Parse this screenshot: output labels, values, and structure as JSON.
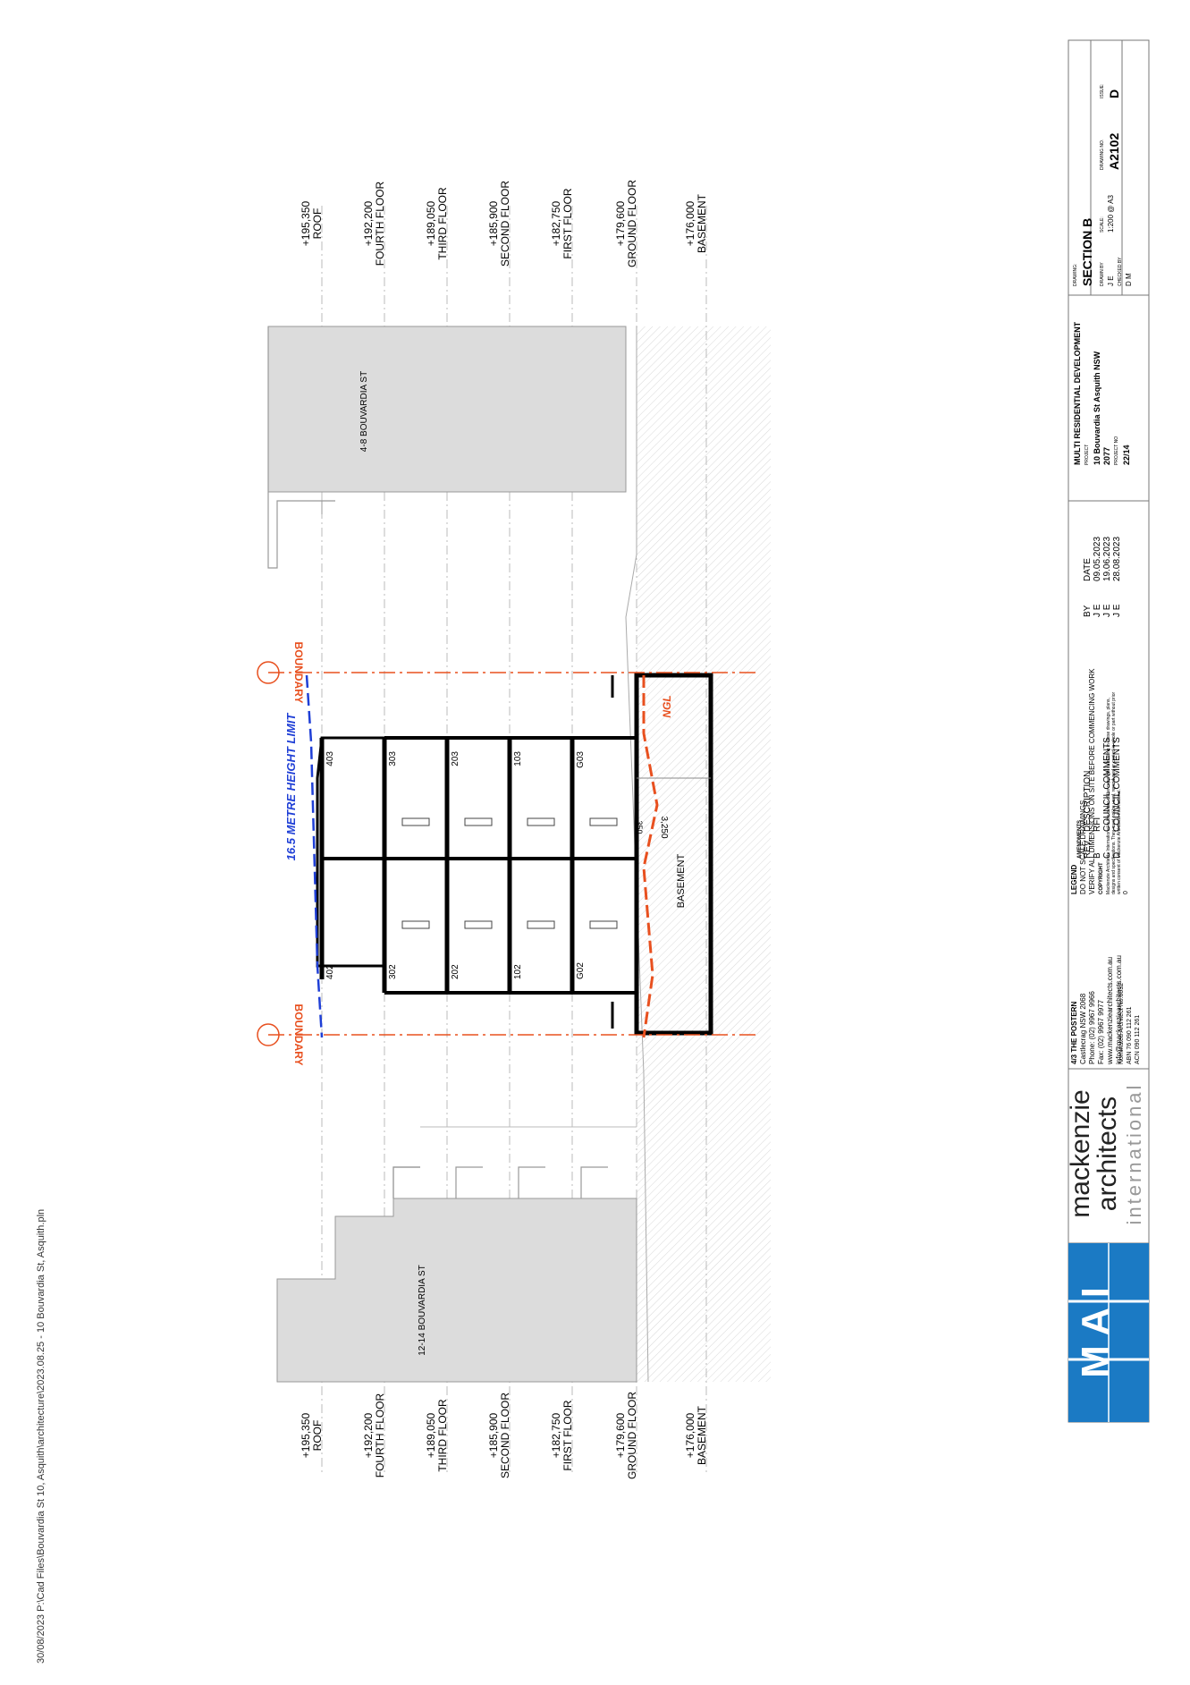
{
  "plot_path": "30/08/2023 P:\\Cad Files\\Bouvardia St 10, Asquith\\architecture\\2023.08.25 - 10 Bouvardia St, Asquith.pln",
  "levels": [
    {
      "rl": "+195,350",
      "name": "ROOF"
    },
    {
      "rl": "+192,200",
      "name": "FOURTH FLOOR"
    },
    {
      "rl": "+189,050",
      "name": "THIRD FLOOR"
    },
    {
      "rl": "+185,900",
      "name": "SECOND FLOOR"
    },
    {
      "rl": "+182,750",
      "name": "FIRST FLOOR"
    },
    {
      "rl": "+179,600",
      "name": "GROUND FLOOR"
    },
    {
      "rl": "+176,000",
      "name": "BASEMENT"
    }
  ],
  "neighbours": {
    "left": "4-8 BOUVARDIA ST",
    "right": "12-14 BOUVARDIA ST"
  },
  "annotations": {
    "boundary": "BOUNDARY",
    "height_limit": "16.5 METRE HEIGHT LIMIT",
    "ngl": "NGL",
    "basement": "BASEMENT",
    "dim_3250": "3,250",
    "dim_350": "350"
  },
  "units": {
    "row_top": [
      "403",
      "303",
      "203",
      "103",
      "G03"
    ],
    "row_bottom": [
      "402",
      "302",
      "202",
      "102",
      "G02"
    ]
  },
  "legend": {
    "title": "LEGEND",
    "line1": "DO NOT SCALE DRAWINGS",
    "line2": "VERIFY ALL DIMENSIONS ON SITE BEFORE COMMENCING WORK",
    "copyright_title": "COPYRIGHT",
    "copyright_text": "Mackenzie Architects International is the owner of the copyright subsisting in these drawings, plans, designs and specifications. They must not be used, reproduced or copied in whole or part without prior written consent of Mackenzie Architects International.",
    "scale_zero": "0"
  },
  "amendments": {
    "title": "AMENDMENTS",
    "headers": {
      "rev": "REV.",
      "description": "DESCRIPTION",
      "by": "BY",
      "date": "DATE"
    },
    "rows": [
      {
        "rev": "B",
        "description": "RFI",
        "by": "J E",
        "date": "09.05.2023"
      },
      {
        "rev": "C",
        "description": "COUNCIL COMMENTS",
        "by": "J E",
        "date": "19.06.2023"
      },
      {
        "rev": "D",
        "description": "COUNCIL COMMENTS",
        "by": "J E",
        "date": "28.08.2023"
      }
    ]
  },
  "firm": {
    "logo": "M A I",
    "name_1": "mackenzie",
    "name_2": "architects",
    "name_3": "international",
    "address_title": "4/3 THE POSTERN",
    "address_1": "Castlecrag NSW 2068",
    "phone": "Phone: (02) 9967 9966",
    "fax": "Fax: (02) 9967 9977",
    "web": "www.mackenziearchitects.com.au",
    "email": "info@mackenziearchitects.com.au",
    "nominated": "Nominated Architect No.6032",
    "abn": "ABN 76 090 112 261",
    "acn": "ACN 090 112 261"
  },
  "title_block": {
    "project_heading": "MULTI RESIDENTIAL DEVELOPMENT",
    "project_label": "PROJECT",
    "project_address": "10 Bouvardia St Asquith NSW",
    "project_postcode": "2077",
    "project_no_label": "PROJECT NO",
    "project_no": "22/14",
    "drawing_label": "DRAWING:",
    "drawing_title": "SECTION B",
    "drawn_by_label": "DRAWN BY",
    "drawn_by": "J E",
    "checked_by_label": "CHECKED BY",
    "checked_by": "D M",
    "scale_label": "SCALE:",
    "scale": "1:200 @ A3",
    "drawing_no_label": "DRAWING NO.",
    "drawing_no": "A2102",
    "issue_label": "ISSUE:",
    "issue": "D"
  },
  "colors": {
    "boundary": "#e8501f",
    "height_limit": "#1f3fd6",
    "neighbour_fill": "#dcdcdc",
    "logo_blue": "#1b7ac4"
  }
}
